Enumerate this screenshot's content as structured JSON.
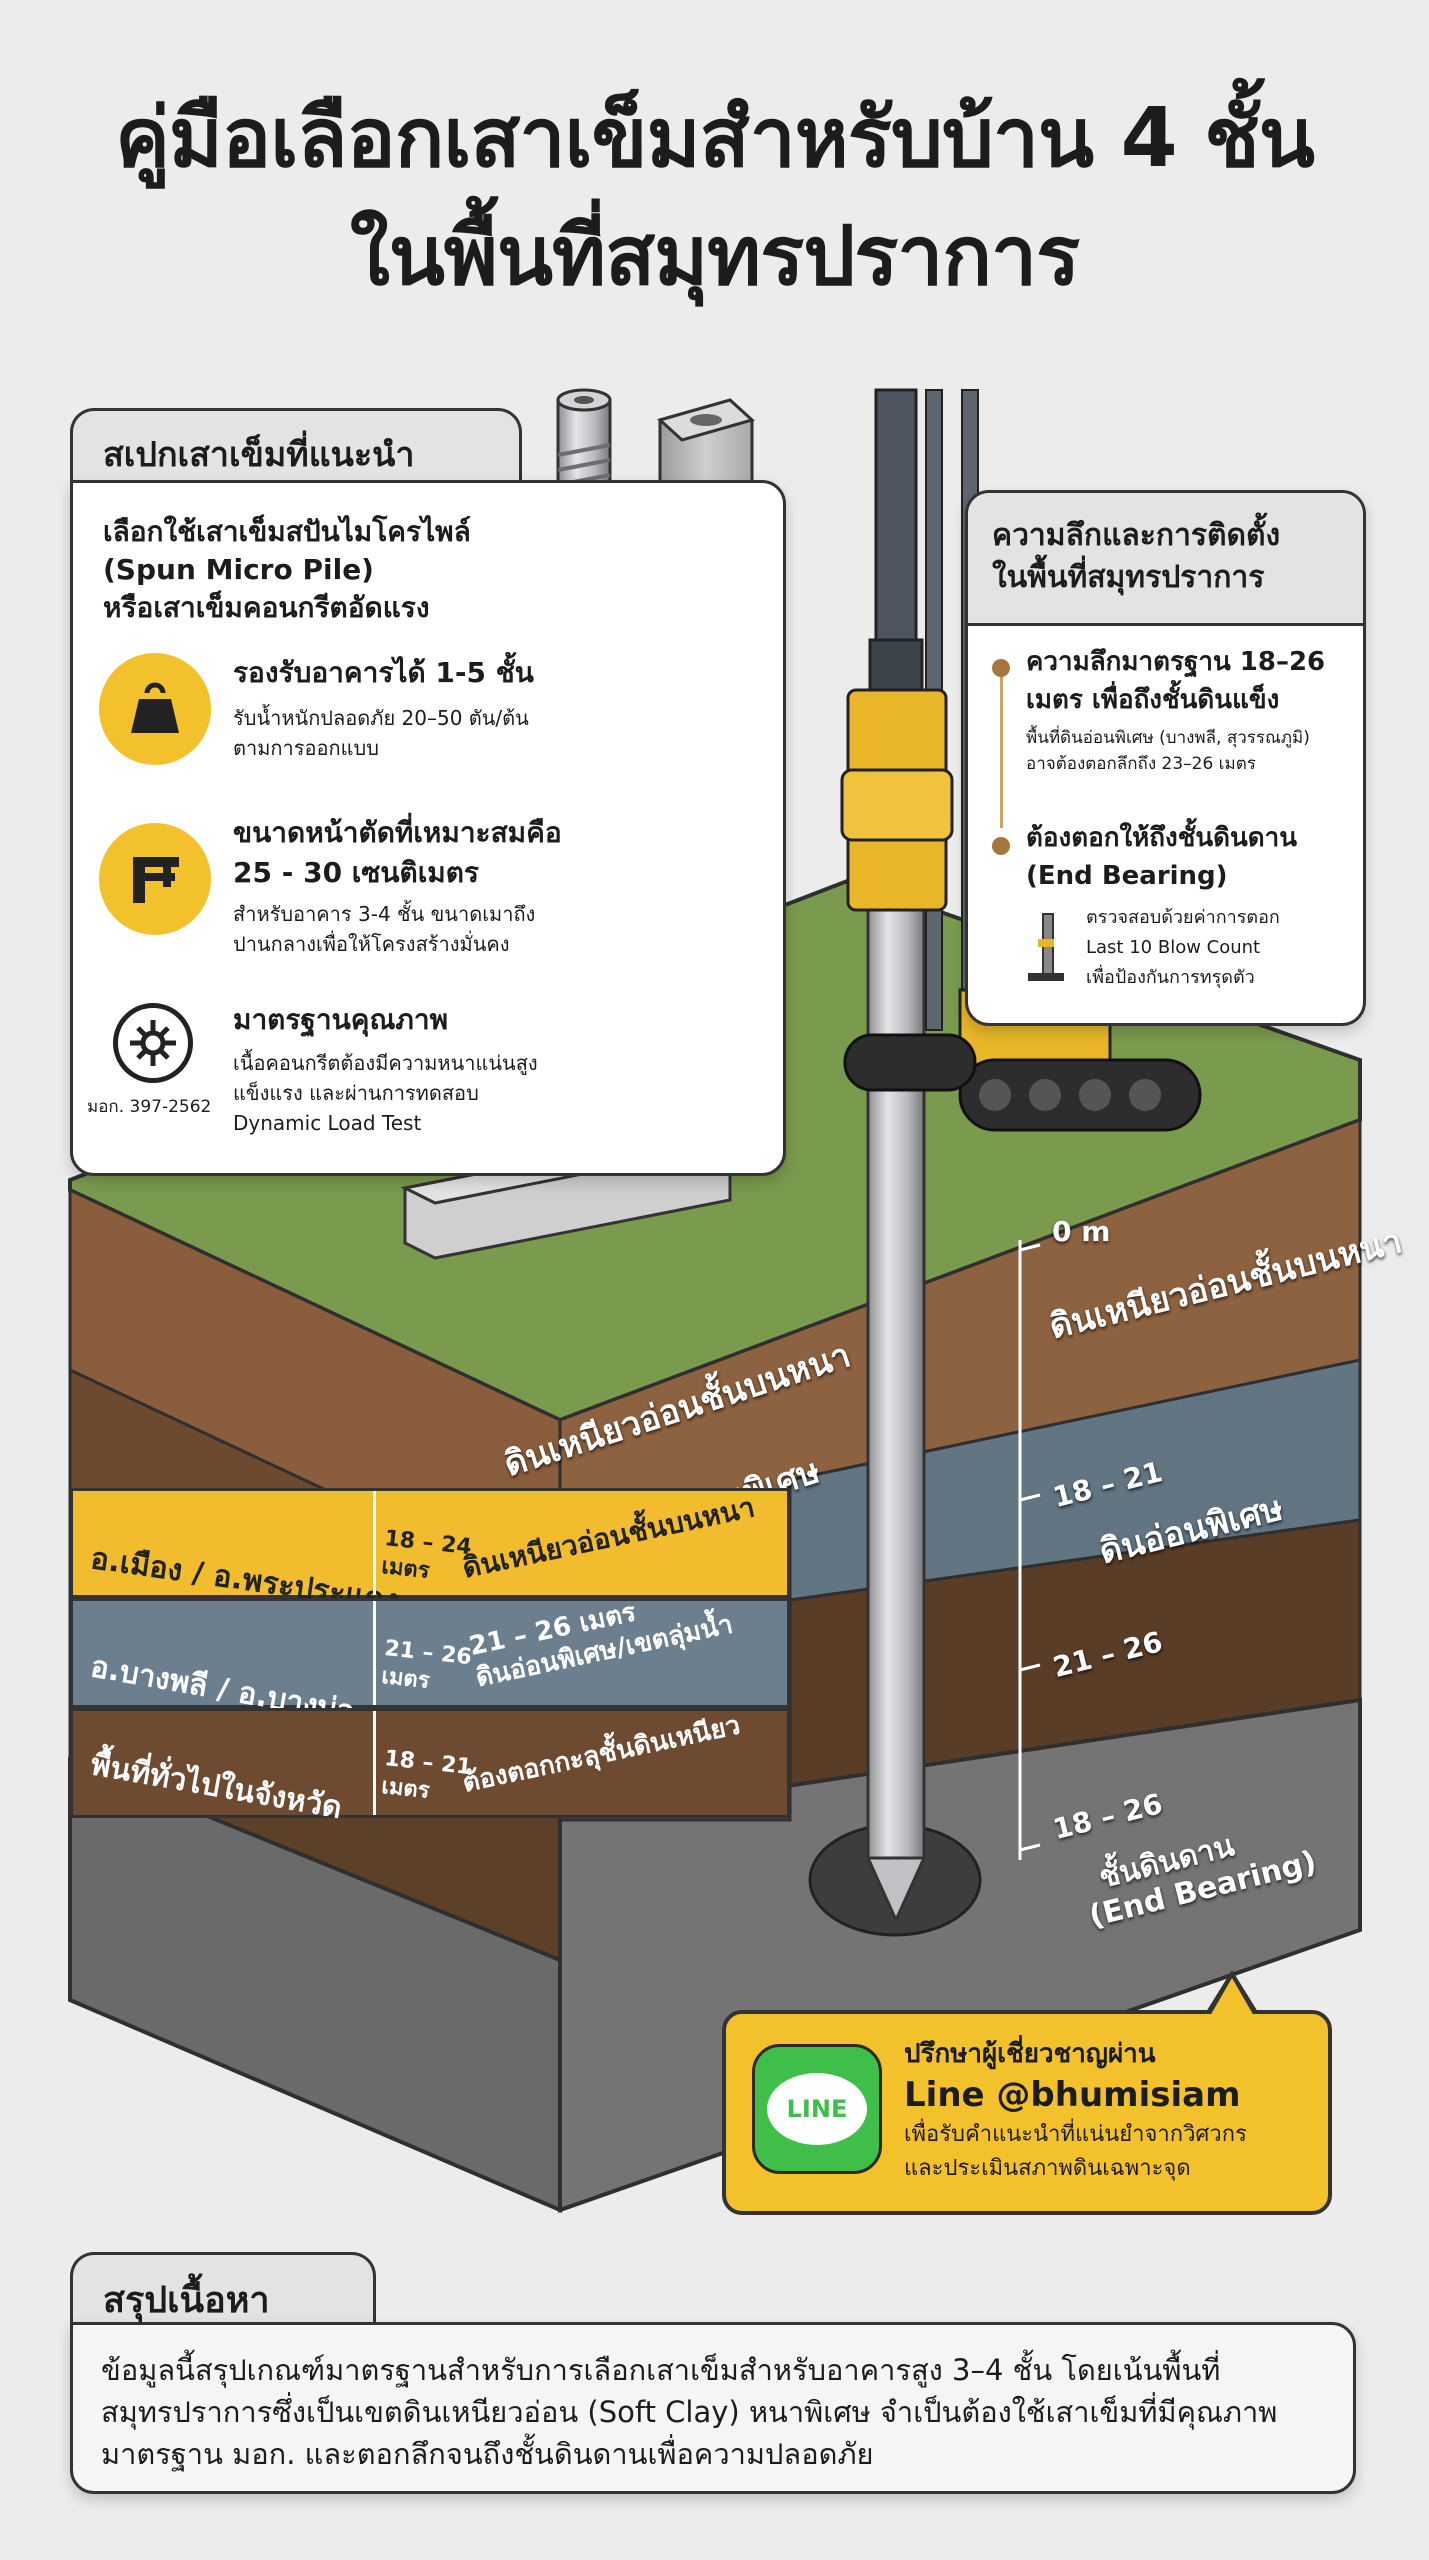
{
  "title": {
    "line1": "คู่มือเลือกเสาเข็มสำหรับบ้าน 4 ชั้น",
    "line2": "ในพื้นที่สมุทรปราการ"
  },
  "spec_panel": {
    "heading": "สเปกเสาเข็มที่แนะนำ",
    "intro": [
      "เลือกใช้เสาเข็มสปันไมโครไพล์",
      "(Spun Micro Pile)",
      "หรือเสาเข็มคอนกรีตอัดแรง"
    ],
    "items": [
      {
        "icon": "weight-icon",
        "title": "รองรับอาคารได้ 1-5 ชั้น",
        "lines": [
          "รับน้ำหนักปลอดภัย 20–50 ตัน/ต้น",
          "ตามการออกแบบ"
        ]
      },
      {
        "icon": "caliper-icon",
        "title": [
          "ขนาดหน้าตัดที่เหมาะสมคือ",
          "25 - 30 เซนติเมตร"
        ],
        "lines": [
          "สำหรับอาคาร 3-4 ชั้น ขนาดเมาถึง",
          "ปานกลางเพื่อให้โครงสร้างมั่นคง"
        ]
      },
      {
        "icon": "tis-mark-icon",
        "badge": "มอก. 397-2562",
        "title": "มาตรฐานคุณภาพ",
        "lines": [
          "เนื้อคอนกรีตต้องมีความหนาแน่นสูง",
          "แข็งแรง และผ่านการทดสอบ",
          "Dynamic Load Test"
        ]
      }
    ]
  },
  "depth_panel": {
    "heading": [
      "ความลึกและการติดตั้ง",
      "ในพื้นที่สมุทรปราการ"
    ],
    "items": [
      {
        "title": [
          "ความลึกมาตรฐาน 18–26",
          "เมตร เพื่อถึงชั้นดินแข็ง"
        ],
        "lines": [
          "พื้นที่ดินอ่อนพิเศษ (บางพลี, สุวรรณภูมิ)",
          "อาจต้องตอกลึกถึง 23–26 เมตร"
        ]
      },
      {
        "title": [
          "ต้องตอกให้ถึงชั้นดินดาน",
          "(End Bearing)"
        ],
        "lines": [
          "ตรวจสอบด้วยค่าการตอก",
          "Last 10 Blow Count",
          "เพื่อป้องกันการทรุดตัว"
        ]
      }
    ]
  },
  "soil_profile": {
    "depth_marks": [
      "0 m",
      "18 – 21",
      "21 – 26",
      "18 – 26"
    ],
    "right_labels": [
      "ดินเหนียวอ่อนชั้นบนหนา",
      "ดินอ่อนพิเศษ",
      "ชั้นดินดาน",
      "(End Bearing)"
    ],
    "front_labels": [
      "ดินเหนียวอ่อนชั้นบนหนา",
      "ดินอ่อนพิเศษ"
    ],
    "districts": [
      {
        "area": "อ.เมือง / อ.พระประแดง",
        "depth": [
          "18 – 24",
          "เมตร"
        ],
        "soil": "ดินเหนียวอ่อนชั้นบนหนา",
        "color": "#f1bd2e"
      },
      {
        "area": "อ.บางพลี / อ.บางบ่อ",
        "depth": [
          "21 – 26",
          "เมตร"
        ],
        "soil": [
          "21 – 26 เมตร",
          "ดินอ่อนพิเศษ/เขตลุ่มน้ำ"
        ],
        "color": "#6b7f8f"
      },
      {
        "area": "พื้นที่ทั่วไปในจังหวัด",
        "depth": [
          "18 – 21",
          "เมตร"
        ],
        "soil": "ต้องตอกกะลุชั้นดินเหนียว",
        "color": "#6e4a30"
      }
    ]
  },
  "consult_box": {
    "badge": "LINE",
    "line1": "ปรึกษาผู้เชี่ยวชาญผ่าน",
    "line2": "Line @bhumisiam",
    "line3": "เพื่อรับคำแนะนำที่แน่นยำจากวิศวกร",
    "line4": "และประเมินสภาพดินเฉพาะจุด"
  },
  "summary": {
    "heading": "สรุปเนื้อหา",
    "lines": [
      "ข้อมูลนี้สรุปเกณฑ์มาตรฐานสำหรับการเลือกเสาเข็มสำหรับอาคารสูง 3–4 ชั้น โดยเน้นพื้นที่",
      "สมุทรปราการซึ่งเป็นเขตดินเหนียวอ่อน (Soft Clay) หนาพิเศษ จำเป็นต้องใช้เสาเข็มที่มีคุณภาพ",
      "มาตรฐาน มอก. และตอกลึกจนถึงชั้นดินดานเพื่อความปลอดภัย"
    ]
  }
}
